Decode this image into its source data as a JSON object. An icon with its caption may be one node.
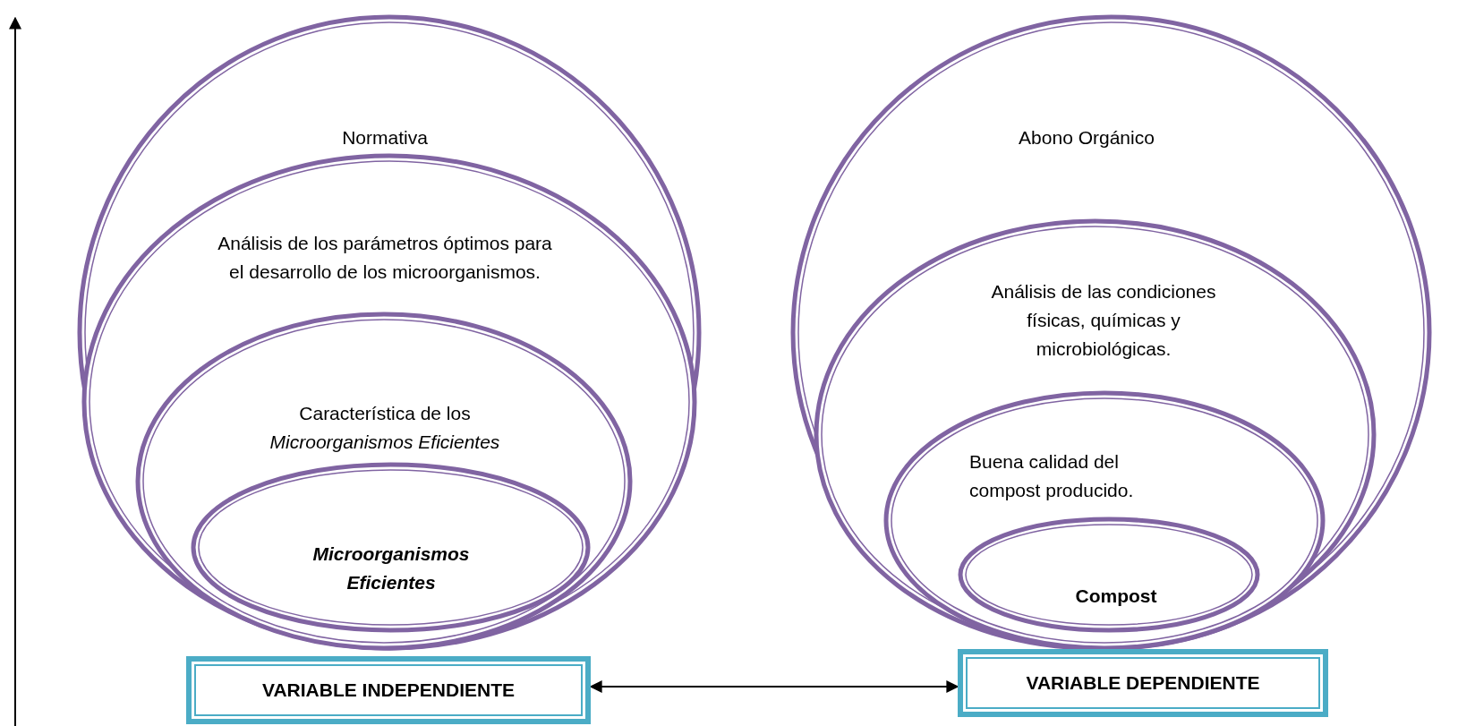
{
  "diagram": {
    "nodes": [
      {
        "text": [
          "Normativa"
        ]
      },
      {
        "text": [
          "Análisis  de los parámetros óptimos para el desarrollo de los microorganismos."
        ],
        "in": 0
      },
      {
        "text": [
          "Característica de los *Microorganismos Eficientes*"
        ],
        "in": 1
      },
      {
        "text": [
          "Microorganismos Eficientes"
        ],
        "in": 2
      },
      {
        "text": [
          "VARIABLE INDEPENDIENTE"
        ]
      },
      {
        "text": [
          "Abono Orgánico"
        ]
      },
      {
        "text": [
          "Análisis de las condiciones físicas, químicas y microbiológicas."
        ],
        "in": 5
      },
      {
        "text": [
          "Buena calidad del compost producido."
        ],
        "in": 6
      },
      {
        "text": [
          "Compost"
        ],
        "in": 7
      },
      {
        "text": [
          "VARIABLE DEPENDIENTE"
        ]
      }
    ],
    "edges": [
      {
        "from": 4,
        "to": 9,
        "arrow": "both"
      }
    ]
  }
}
